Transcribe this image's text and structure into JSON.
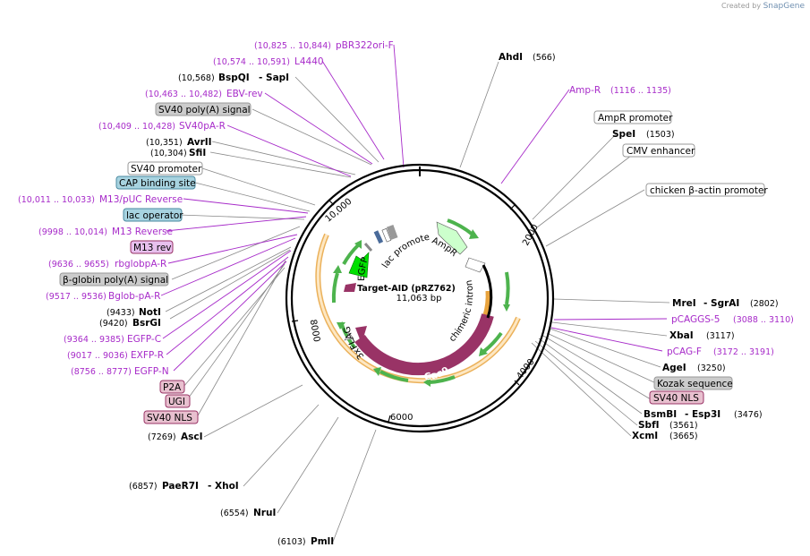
{
  "brand": {
    "prefix": "Created by",
    "name": "SnapGene"
  },
  "plasmid": {
    "name": "Target-AID (pRZ762)",
    "size": "11,063 bp"
  },
  "ruler": [
    "2000",
    "4000",
    "6000",
    "8000",
    "10,000"
  ],
  "enzymes": {
    "ahdI": {
      "name": "AhdI",
      "pos": "(566)"
    },
    "speI": {
      "name": "SpeI",
      "pos": "(1503)"
    },
    "mreI": {
      "name": "MreI",
      "name2": "- SgrAI",
      "pos": "(2802)"
    },
    "xbaI": {
      "name": "XbaI",
      "pos": "(3117)"
    },
    "ageI": {
      "name": "AgeI",
      "pos": "(3250)"
    },
    "bsmBI": {
      "name": "BsmBI",
      "name2": "- Esp3I",
      "pos": "(3476)"
    },
    "sbfI": {
      "name": "SbfI",
      "pos": "(3561)"
    },
    "xcmI": {
      "name": "XcmI",
      "pos": "(3665)"
    },
    "pmlI": {
      "name": "PmlI",
      "pos": "(6103)"
    },
    "nruI": {
      "name": "NruI",
      "pos": "(6554)"
    },
    "paeR7I": {
      "name": "PaeR7I",
      "name2": "- XhoI",
      "pos": "(6857)"
    },
    "ascI": {
      "name": "AscI",
      "pos": "(7269)"
    },
    "bsrGI": {
      "name": "BsrGI",
      "pos": "(9420)"
    },
    "notI": {
      "name": "NotI",
      "pos": "(9433)"
    },
    "sfiI": {
      "name": "SfiI",
      "pos": "(10,304)"
    },
    "avrII": {
      "name": "AvrII",
      "pos": "(10,351)"
    },
    "bspQI": {
      "name": "BspQI",
      "name2": "- SapI",
      "pos": "(10,568)"
    }
  },
  "primers": {
    "ampR": {
      "name": "Amp-R",
      "range": "(1116 .. 1135)"
    },
    "pcaggs5": {
      "name": "pCAGGS-5",
      "range": "(3088 .. 3110)"
    },
    "pcagF": {
      "name": "pCAG-F",
      "range": "(3172 .. 3191)"
    },
    "egfpN": {
      "name": "EGFP-N",
      "range": "(8756 .. 8777)"
    },
    "exfpR": {
      "name": "EXFP-R",
      "range": "(9017 .. 9036)"
    },
    "egfpC": {
      "name": "EGFP-C",
      "range": "(9364 .. 9385)"
    },
    "bglobR": {
      "name": "Bglob-pA-R",
      "range": "(9517 .. 9536)"
    },
    "rbglob": {
      "name": "rbglobpA-R",
      "range": "(9636 .. 9655)"
    },
    "m13rev": {
      "name": "M13 Reverse",
      "range": "(9998 .. 10,014)"
    },
    "m13puc": {
      "name": "M13/pUC Reverse",
      "range": "(10,011 .. 10,033)"
    },
    "sv40pa": {
      "name": "SV40pA-R",
      "range": "(10,409 .. 10,428)"
    },
    "ebv": {
      "name": "EBV-rev",
      "range": "(10,463 .. 10,482)"
    },
    "l4440": {
      "name": "L4440",
      "range": "(10,574 .. 10,591)"
    },
    "pbr": {
      "name": "pBR322ori-F",
      "range": "(10,825 .. 10,844)"
    }
  },
  "boxes": {
    "amprPromoter": "AmpR promoter",
    "cmv": "CMV enhancer",
    "chicken": "chicken β-actin promoter",
    "kozak": "Kozak sequence",
    "sv40nlsRight": "SV40 NLS",
    "p2a": "P2A",
    "ugi": "UGI",
    "sv40nlsLeft": "SV40 NLS",
    "m13rev": "M13 rev",
    "betaGlobin": "β-globin poly(A) signal",
    "lacOperator": "lac operator",
    "cap": "CAP binding site",
    "sv40promoter": "SV40 promoter",
    "sv40polyA": "SV40 poly(A) signal"
  },
  "inner": {
    "ampR": "AmpR",
    "lacPromoter": "lac promoter",
    "egfp": "EGFP",
    "flag": "3xFLAG",
    "chimeric": "chimeric intron",
    "cas9": "Cas9"
  },
  "colors": {
    "primer": "#a72bc9",
    "cas9": "#993366",
    "egfp": "#00e000",
    "ampR": "#ccffcc",
    "orange": "#e8a33d",
    "green": "#4db34d",
    "blueBox": "#a7d3e0",
    "grayBox": "#cccccc",
    "pinkBox": "#e8c0cf",
    "purpleBox": "#e8c0ee"
  }
}
